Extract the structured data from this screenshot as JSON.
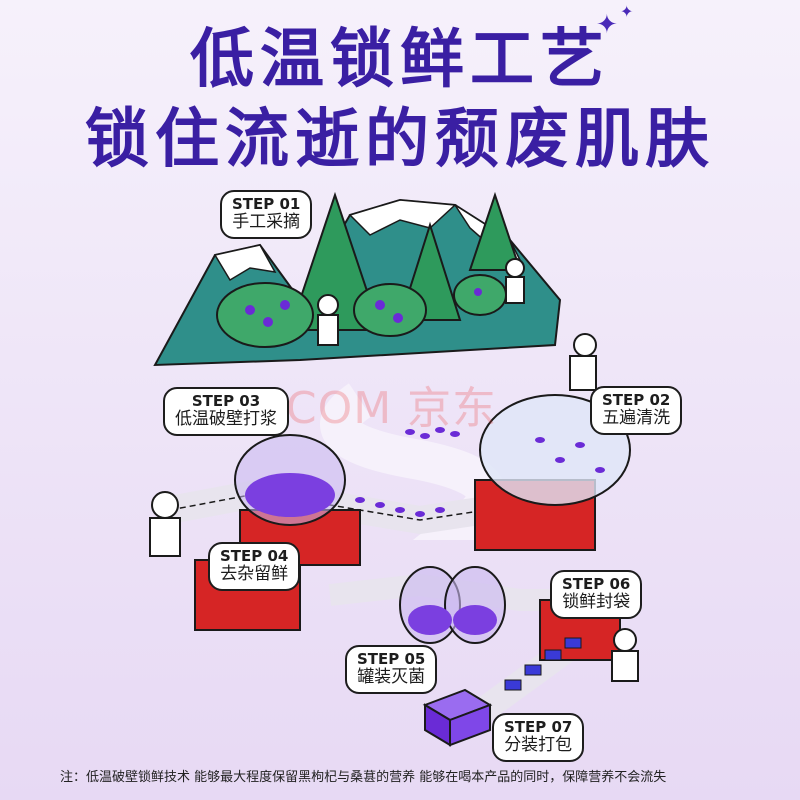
{
  "headline": {
    "line1": "低温锁鲜工艺",
    "line2": "锁住流逝的颓废肌肤"
  },
  "steps": [
    {
      "num": "STEP 01",
      "name": "手工采摘"
    },
    {
      "num": "STEP 02",
      "name": "五遍清洗"
    },
    {
      "num": "STEP 03",
      "name": "低温破壁打浆"
    },
    {
      "num": "STEP 04",
      "name": "去杂留鲜"
    },
    {
      "num": "STEP 05",
      "name": "罐装灭菌"
    },
    {
      "num": "STEP 06",
      "name": "锁鲜封袋"
    },
    {
      "num": "STEP 07",
      "name": "分装打包"
    }
  ],
  "watermark": "JD.COM 京东",
  "footnote": "注：低温破壁锁鲜技术 能够最大程度保留黑枸杞与桑葚的营养 能够在喝本产品的同时，保障营养不会流失",
  "colors": {
    "title": "#3a1fa3",
    "purple": "#6a2bd6",
    "red_machine": "#d62525",
    "mountain": "#2f8f8a",
    "tree": "#2e9a5c"
  }
}
